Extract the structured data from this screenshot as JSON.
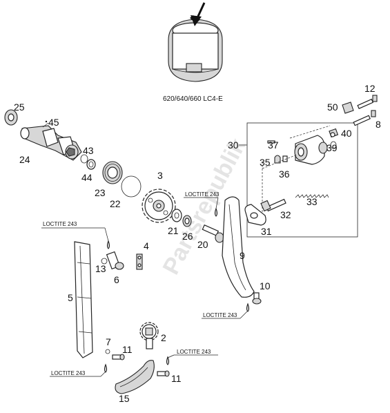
{
  "caption": "620/640/660 LC4-E",
  "watermark": "Partsrepublik",
  "loctite_labels": [
    "LOCTITE 243",
    "LOCTITE 243",
    "LOCTITE 243",
    "LOCTITE 243",
    "LOCTITE 243"
  ],
  "callouts": [
    "25",
    "45",
    "24",
    "43",
    "44",
    "23",
    "22",
    "3",
    "21",
    "26",
    "20",
    "4",
    "13",
    "6",
    "5",
    "9",
    "10",
    "2",
    "7",
    "11",
    "11",
    "15",
    "12",
    "50",
    "8",
    "40",
    "30",
    "37",
    "39",
    "35",
    "36",
    "33",
    "32",
    "31"
  ]
}
